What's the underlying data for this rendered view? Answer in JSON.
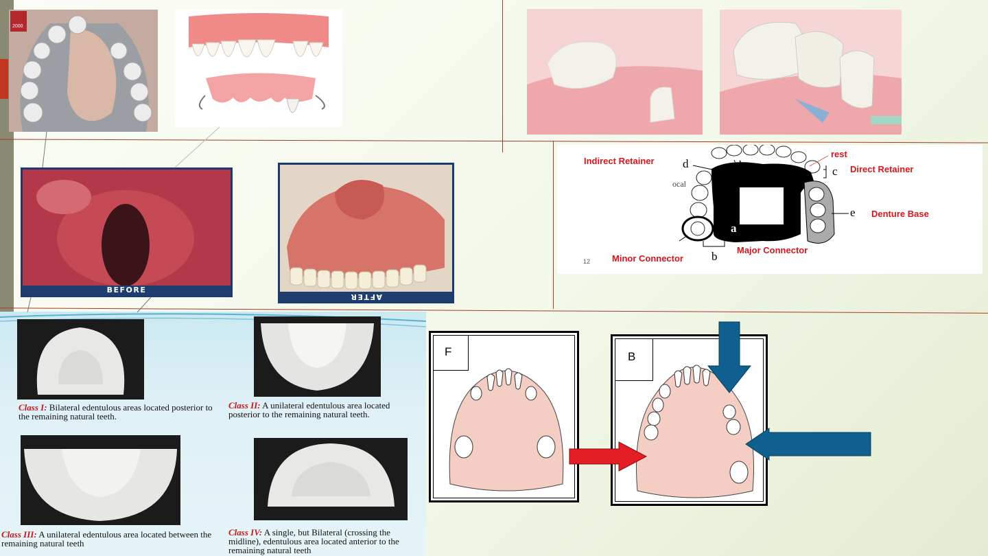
{
  "left_accent": {
    "colors": [
      "#8a8a72",
      "#c2351f"
    ]
  },
  "top_left_photo": {
    "badge": "2000"
  },
  "before_after": {
    "before_label": "BEFORE",
    "after_label": "AFTER"
  },
  "rpd_diagram": {
    "labels": {
      "indirect_retainer": "Indirect Retainer",
      "direct_retainer": "Direct Retainer",
      "denture_base": "Denture Base",
      "major_connector": "Major Connector",
      "minor_connector": "Minor Connector",
      "rest": "rest"
    },
    "letters": {
      "a": "a",
      "b": "b",
      "b2": "b",
      "c": "c",
      "d": "d",
      "e": "e"
    },
    "partial_word": "ocal",
    "page_number": "12",
    "label_color": "#d8141b"
  },
  "kennedy": {
    "classes": [
      {
        "name": "Class I:",
        "desc": "Bilateral edentulous areas located posterior to the remaining natural teeth."
      },
      {
        "name": "Class II:",
        "desc": "A unilateral edentulous area located posterior to the remaining natural teeth."
      },
      {
        "name": "Class III:",
        "desc": "A unilateral edentulous area located between the remaining natural teeth"
      },
      {
        "name": "Class IV:",
        "desc": "A single, but Bilateral (crossing the midline), edentulous area located anterior to the remaining natural teeth"
      }
    ],
    "background": "#d9eff5"
  },
  "arch_diagrams": {
    "left_letter": "F",
    "right_letter": "B",
    "red_arrow_color": "#e31e24",
    "blue_arrow_color": "#0f5f8f"
  }
}
